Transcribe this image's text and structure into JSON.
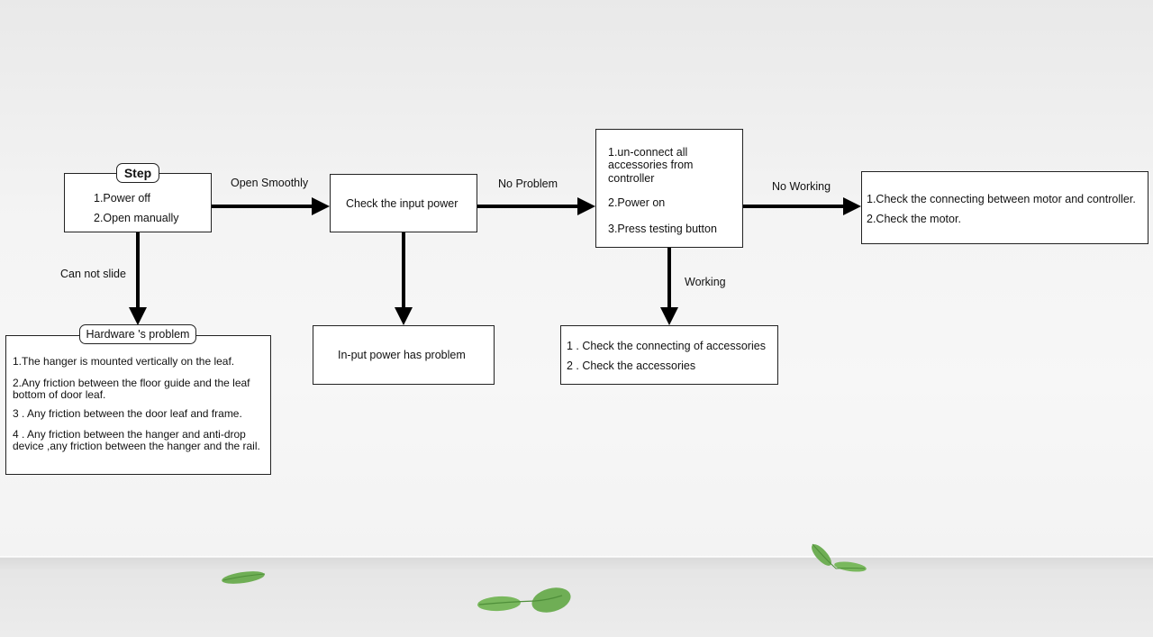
{
  "step": {
    "title": "Step",
    "items": [
      "1.Power off",
      "2.Open manually"
    ]
  },
  "edges": {
    "open_smoothly": "Open Smoothly",
    "can_not_slide": "Can not slide",
    "no_problem": "No Problem",
    "no_working": "No Working",
    "working": "Working"
  },
  "check_input_power": "Check the input power",
  "input_power_problem": "In-put power has problem",
  "controller_test": {
    "items": [
      "1.un-connect all accessories from controller",
      "2.Power on",
      "3.Press testing button"
    ]
  },
  "motor_check": {
    "items": [
      "1.Check the connecting between motor and controller.",
      "2.Check the motor."
    ]
  },
  "accessories_check": {
    "items": [
      "1 . Check the connecting of accessories",
      "2 . Check the accessories"
    ]
  },
  "hardware": {
    "title": "Hardware 's problem",
    "items": [
      "1.The hanger is mounted vertically on the leaf.",
      "2.Any friction between the floor guide and the leaf bottom of door leaf.",
      "3 . Any friction between the door leaf and frame.",
      "4 . Any friction between the hanger and anti-drop device ,any friction between the hanger and the rail."
    ]
  },
  "colors": {
    "line": "#000000",
    "box_border": "#222222",
    "leaf": "#6fae55"
  },
  "decor": {
    "leaf_icons": [
      "leaf-icon",
      "leaf-icon",
      "leaf-icon"
    ]
  }
}
